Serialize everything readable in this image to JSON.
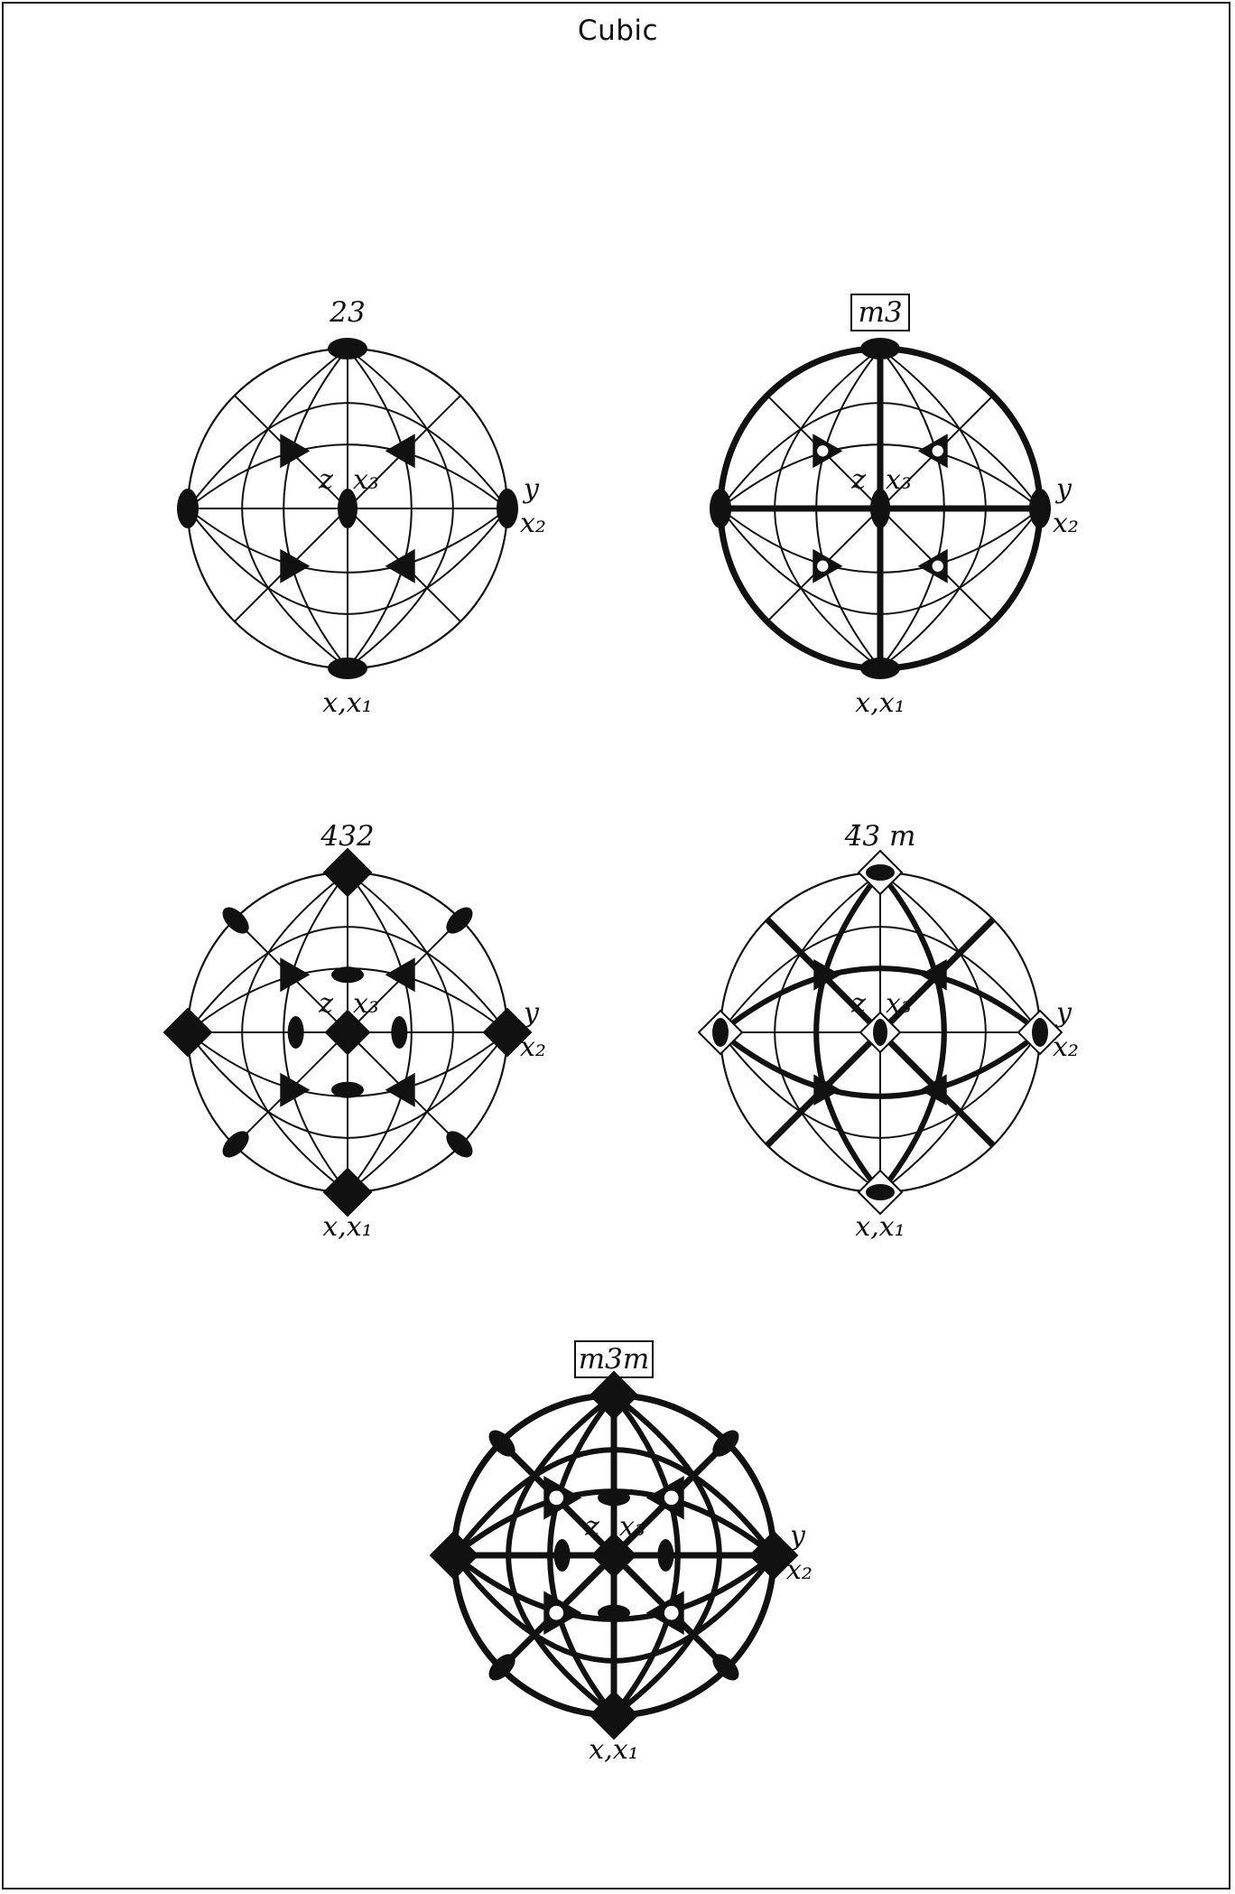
{
  "title": "Cubic",
  "diagrams": [
    {
      "id": "d23",
      "label": "23",
      "boxed": false,
      "axis_labels": {
        "z": "z",
        "x3": "x₃",
        "y": "y",
        "x2": "x₂",
        "x": "x,x₁"
      }
    },
    {
      "id": "dm3",
      "label": "m3",
      "boxed": true,
      "axis_labels": {
        "z": "z",
        "x3": "x₃",
        "y": "y",
        "x2": "x₂",
        "x": "x,x₁"
      }
    },
    {
      "id": "d432",
      "label": "432",
      "boxed": false,
      "axis_labels": {
        "z": "z",
        "x3": "x₃",
        "y": "y",
        "x2": "x₂",
        "x": "x,x₁"
      }
    },
    {
      "id": "d43m",
      "label": "4̄3 m",
      "boxed": false,
      "axis_labels": {
        "z": "z",
        "x3": "x₃",
        "y": "y",
        "x2": "x₂",
        "x": "x,x₁"
      }
    },
    {
      "id": "dm3m",
      "label": "m3m",
      "boxed": true,
      "axis_labels": {
        "z": "z",
        "x3": "x₃",
        "y": "y",
        "x2": "x₂",
        "x": "x,x₁"
      }
    }
  ],
  "colors": {
    "ink": "#111111",
    "paper": "#ffffff"
  }
}
